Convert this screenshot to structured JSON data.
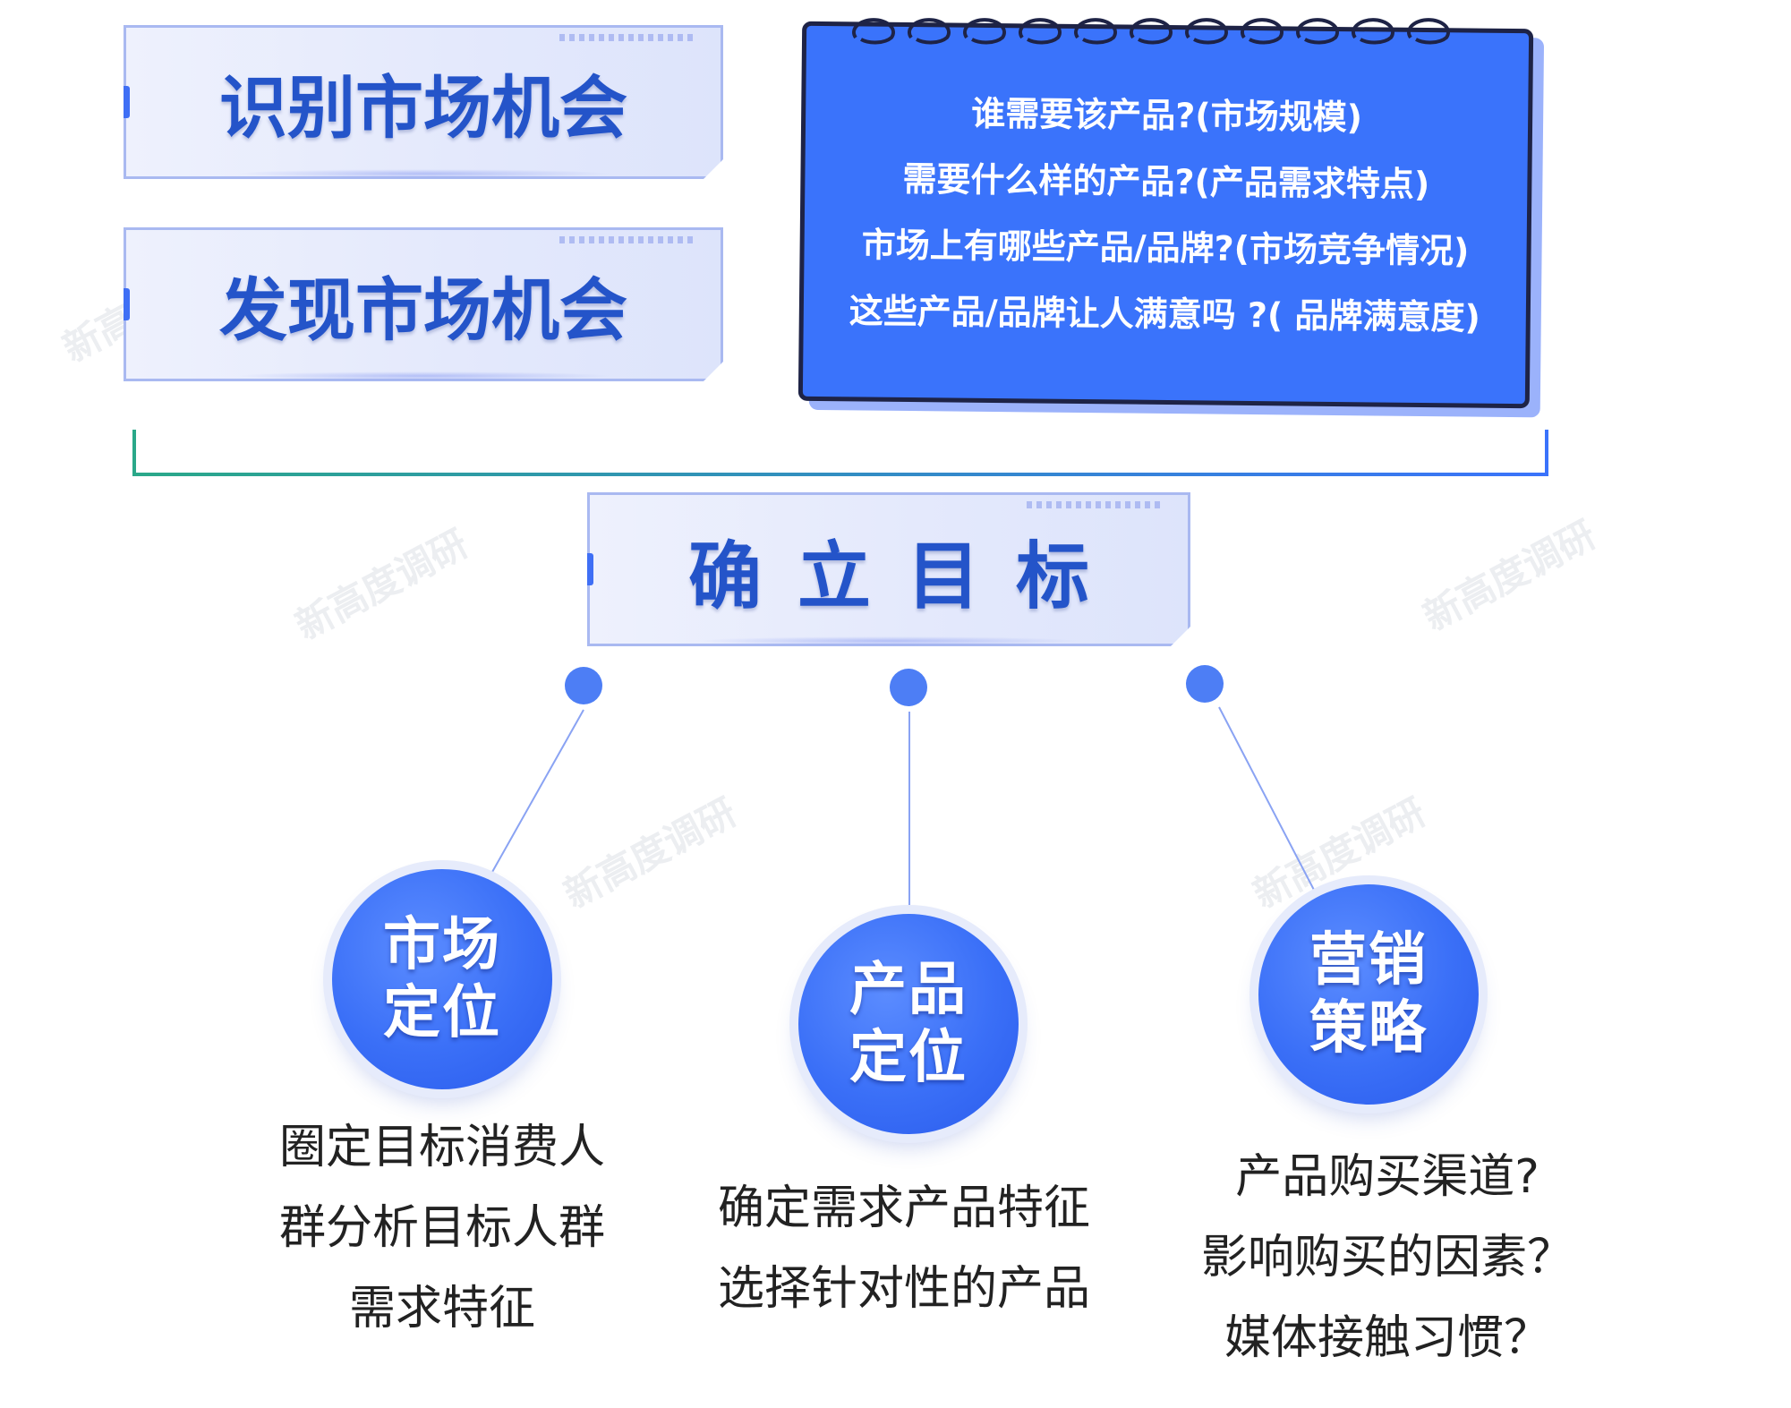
{
  "boxes": {
    "identify": "识别市场机会",
    "discover": "发现市场机会",
    "goal": "确立目标"
  },
  "notebook_lines": [
    "谁需要该产品?(市场规模)",
    "需要什么样的产品?(产品需求特点)",
    "市场上有哪些产品/品牌?(市场竞争情况)",
    "这些产品/品牌让人满意吗 ?( 品牌满意度)"
  ],
  "nodes": [
    {
      "l1": "市场",
      "l2": "定位",
      "d1": "圈定目标消费人",
      "d2": "群分析目标人群",
      "d3": "需求特征"
    },
    {
      "l1": "产品",
      "l2": "定位",
      "d1": "确定需求产品特征",
      "d2": "选择针对性的产品"
    },
    {
      "l1": "营销",
      "l2": "策略",
      "d1": "产品购买渠道?",
      "d2": "影响购买的因素？",
      "d3": "媒体接触习惯？"
    }
  ],
  "watermark": "新高度调研",
  "colors": {
    "primary": "#3a73fb",
    "title": "#2454c9",
    "bracket": "#2aa889"
  }
}
